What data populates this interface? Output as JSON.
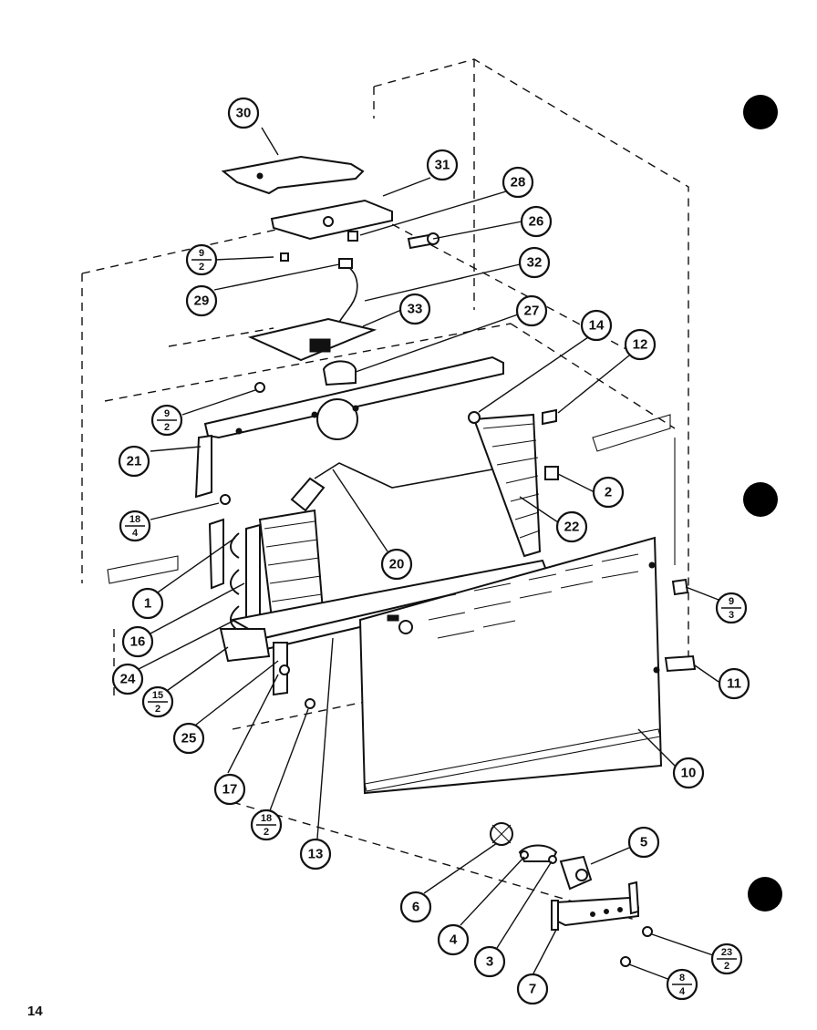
{
  "page": {
    "number": "14"
  },
  "callouts": [
    {
      "id": "c30",
      "label": "30"
    },
    {
      "id": "c31",
      "label": "31"
    },
    {
      "id": "c28",
      "label": "28"
    },
    {
      "id": "c26",
      "label": "26"
    },
    {
      "id": "c32",
      "label": "32"
    },
    {
      "id": "c29",
      "label": "29"
    },
    {
      "id": "c33",
      "label": "33"
    },
    {
      "id": "c27",
      "label": "27"
    },
    {
      "id": "c14",
      "label": "14"
    },
    {
      "id": "c12",
      "label": "12"
    },
    {
      "id": "c21",
      "label": "21"
    },
    {
      "id": "c2",
      "label": "2"
    },
    {
      "id": "c22",
      "label": "22"
    },
    {
      "id": "c20",
      "label": "20"
    },
    {
      "id": "c1",
      "label": "1"
    },
    {
      "id": "c16",
      "label": "16"
    },
    {
      "id": "c24",
      "label": "24"
    },
    {
      "id": "c11",
      "label": "11"
    },
    {
      "id": "c25",
      "label": "25"
    },
    {
      "id": "c10",
      "label": "10"
    },
    {
      "id": "c17",
      "label": "17"
    },
    {
      "id": "c13",
      "label": "13"
    },
    {
      "id": "c5",
      "label": "5"
    },
    {
      "id": "c6",
      "label": "6"
    },
    {
      "id": "c4",
      "label": "4"
    },
    {
      "id": "c3",
      "label": "3"
    },
    {
      "id": "c7",
      "label": "7"
    }
  ],
  "fraction_callouts": [
    {
      "id": "f9-2a",
      "top": "9",
      "bottom": "2"
    },
    {
      "id": "f9-2b",
      "top": "9",
      "bottom": "2"
    },
    {
      "id": "f18-4",
      "top": "18",
      "bottom": "4"
    },
    {
      "id": "f9-3",
      "top": "9",
      "bottom": "3"
    },
    {
      "id": "f15-2",
      "top": "15",
      "bottom": "2"
    },
    {
      "id": "f18-2",
      "top": "18",
      "bottom": "2"
    },
    {
      "id": "f23-2",
      "top": "23",
      "bottom": "2"
    },
    {
      "id": "f8-4",
      "top": "8",
      "bottom": "4"
    }
  ]
}
